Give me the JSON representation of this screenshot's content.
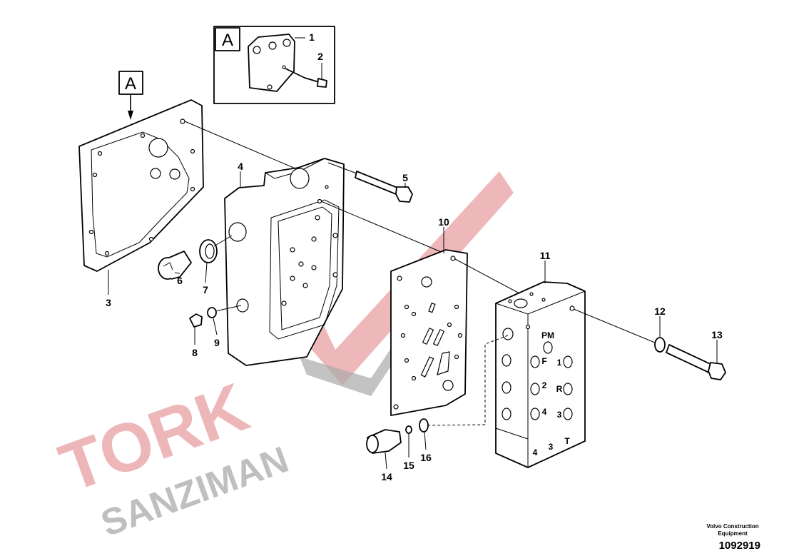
{
  "diagram": {
    "detail_label": "A",
    "gasket_view_label": "A",
    "callouts": [
      "1",
      "2",
      "3",
      "4",
      "5",
      "6",
      "7",
      "8",
      "9",
      "10",
      "11",
      "12",
      "13",
      "14",
      "15",
      "16"
    ],
    "valve_block_ports": [
      "PM",
      "F",
      "1",
      "2",
      "R",
      "4",
      "3",
      "4",
      "3",
      "T"
    ]
  },
  "watermark": {
    "line1": "TORK",
    "line2": "SANZIMAN",
    "color_red": "#e8a0a3",
    "color_gray": "#aaaaaa"
  },
  "footer": {
    "organization": "Volvo Construction Equipment",
    "drawing_number": "1092919"
  }
}
